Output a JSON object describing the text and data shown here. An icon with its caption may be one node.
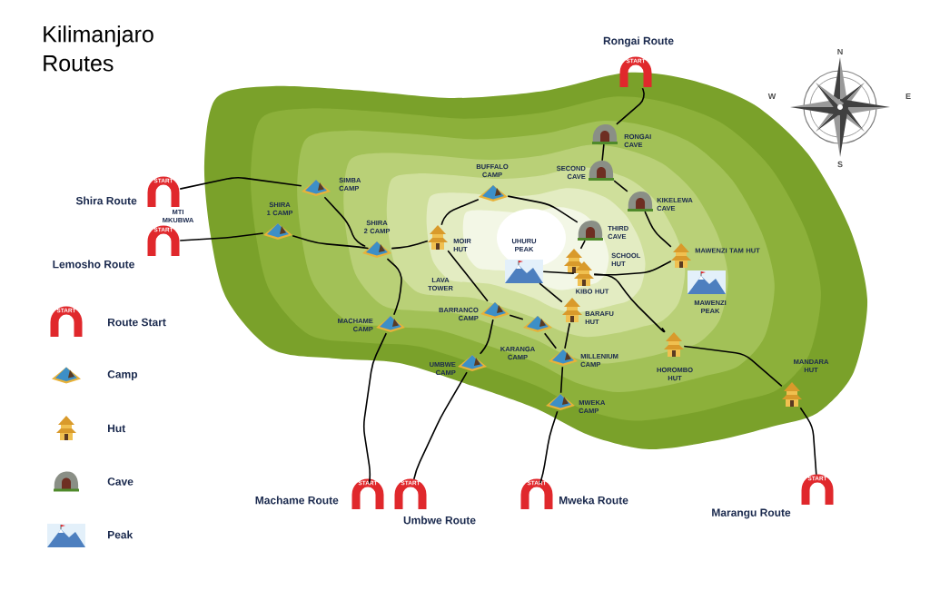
{
  "diagram": {
    "title": "Kilimanjaro Routes",
    "nodes": [
      {
        "text": [
          "Rongai Route",
          "START"
        ]
      },
      {
        "text": [
          "RONGAI CAVE"
        ]
      },
      {
        "text": [
          "SECOND CAVE"
        ]
      },
      {
        "text": [
          "START",
          "Shira Route"
        ]
      },
      {
        "text": [
          "SIMBA CAMP"
        ]
      },
      {
        "text": [
          "BUFFALO CAMP"
        ]
      },
      {
        "text": [
          "KIKELEWA CAVE"
        ]
      },
      {
        "text": [
          "START",
          "Lemosho Route"
        ]
      },
      {
        "text": [
          "SHIRA 1 CAMP"
        ]
      },
      {
        "text": [
          "SHIRA 2 CAMP"
        ]
      },
      {
        "text": [
          "MOIR HUT"
        ]
      },
      {
        "text": [
          "THIRD CAVE"
        ]
      },
      {
        "text": [
          "UHURU PEAK"
        ]
      },
      {
        "text": [
          "SCHOOL HUT"
        ]
      },
      {
        "text": [
          "KIBO HUT"
        ]
      },
      {
        "text": [
          "MAWENZI TAM HUT"
        ]
      },
      {
        "text": [
          "MAWENZI PEAK"
        ]
      },
      {
        "text": [
          "BARRANCO CAMP"
        ]
      },
      {
        "text": [
          "BARAFU HUT"
        ]
      },
      {
        "text": [
          "MACHAME CAMP"
        ]
      },
      {
        "text": [
          "KARANGA CAMP"
        ]
      },
      {
        "text": [
          "MILLENIUM CAMP"
        ]
      },
      {
        "text": [
          "HOROMBO HUT"
        ]
      },
      {
        "text": [
          "UMBWE CAMP"
        ]
      },
      {
        "text": [
          "MANDARA HUT"
        ]
      },
      {
        "text": [
          "MWEKA CAMP"
        ]
      },
      {
        "text": [
          "START",
          "Machame Route"
        ]
      },
      {
        "text": [
          "START",
          "Umbwe Route"
        ]
      },
      {
        "text": [
          "START",
          "Mweka Route"
        ]
      },
      {
        "text": [
          "START",
          "Marangu Route"
        ]
      }
    ],
    "edges": [
      {
        "from": 0,
        "to": 1,
        "arrow": "none"
      },
      {
        "from": 1,
        "to": 2,
        "arrow": "none"
      },
      {
        "from": 2,
        "to": 6,
        "arrow": "none"
      },
      {
        "from": 6,
        "to": 15,
        "arrow": "none"
      },
      {
        "from": 15,
        "to": 14,
        "arrow": "none"
      },
      {
        "from": 3,
        "to": 4,
        "arrow": "none"
      },
      {
        "from": 4,
        "to": 9,
        "arrow": "none"
      },
      {
        "from": 7,
        "to": 8,
        "arrow": "none"
      },
      {
        "from": 8,
        "to": 9,
        "arrow": "none"
      },
      {
        "from": 9,
        "to": 10,
        "arrow": "none"
      },
      {
        "from": 10,
        "to": 5,
        "arrow": "none"
      },
      {
        "from": 5,
        "to": 11,
        "arrow": "none"
      },
      {
        "from": 11,
        "to": 13,
        "arrow": "none"
      },
      {
        "from": 12,
        "to": 14,
        "arrow": "none"
      },
      {
        "from": 12,
        "to": 18,
        "arrow": "none"
      },
      {
        "from": 10,
        "to": 17,
        "arrow": "none"
      },
      {
        "from": 9,
        "to": 19,
        "arrow": "none"
      },
      {
        "from": 19,
        "to": 26,
        "arrow": "none"
      },
      {
        "from": 17,
        "to": 23,
        "arrow": "none"
      },
      {
        "from": 23,
        "to": 27,
        "arrow": "none"
      },
      {
        "from": 17,
        "to": 20,
        "arrow": "none"
      },
      {
        "from": 20,
        "to": 21,
        "arrow": "none"
      },
      {
        "from": 18,
        "to": 21,
        "arrow": "none"
      },
      {
        "from": 21,
        "to": 25,
        "arrow": "none"
      },
      {
        "from": 25,
        "to": 28,
        "arrow": "none"
      },
      {
        "from": 14,
        "to": 22,
        "arrow": "none"
      },
      {
        "from": 22,
        "to": 24,
        "arrow": "none"
      },
      {
        "from": 24,
        "to": 29,
        "arrow": "none"
      }
    ],
    "labels": [
      "N",
      "W",
      "E",
      "S",
      "MTI MKUBWA",
      "LAVA TOWER",
      "START"
    ],
    "legend": [
      {
        "text": "Route Start"
      },
      {
        "text": "Camp"
      },
      {
        "text": "Hut"
      },
      {
        "text": "Cave"
      },
      {
        "text": "Peak"
      }
    ]
  }
}
